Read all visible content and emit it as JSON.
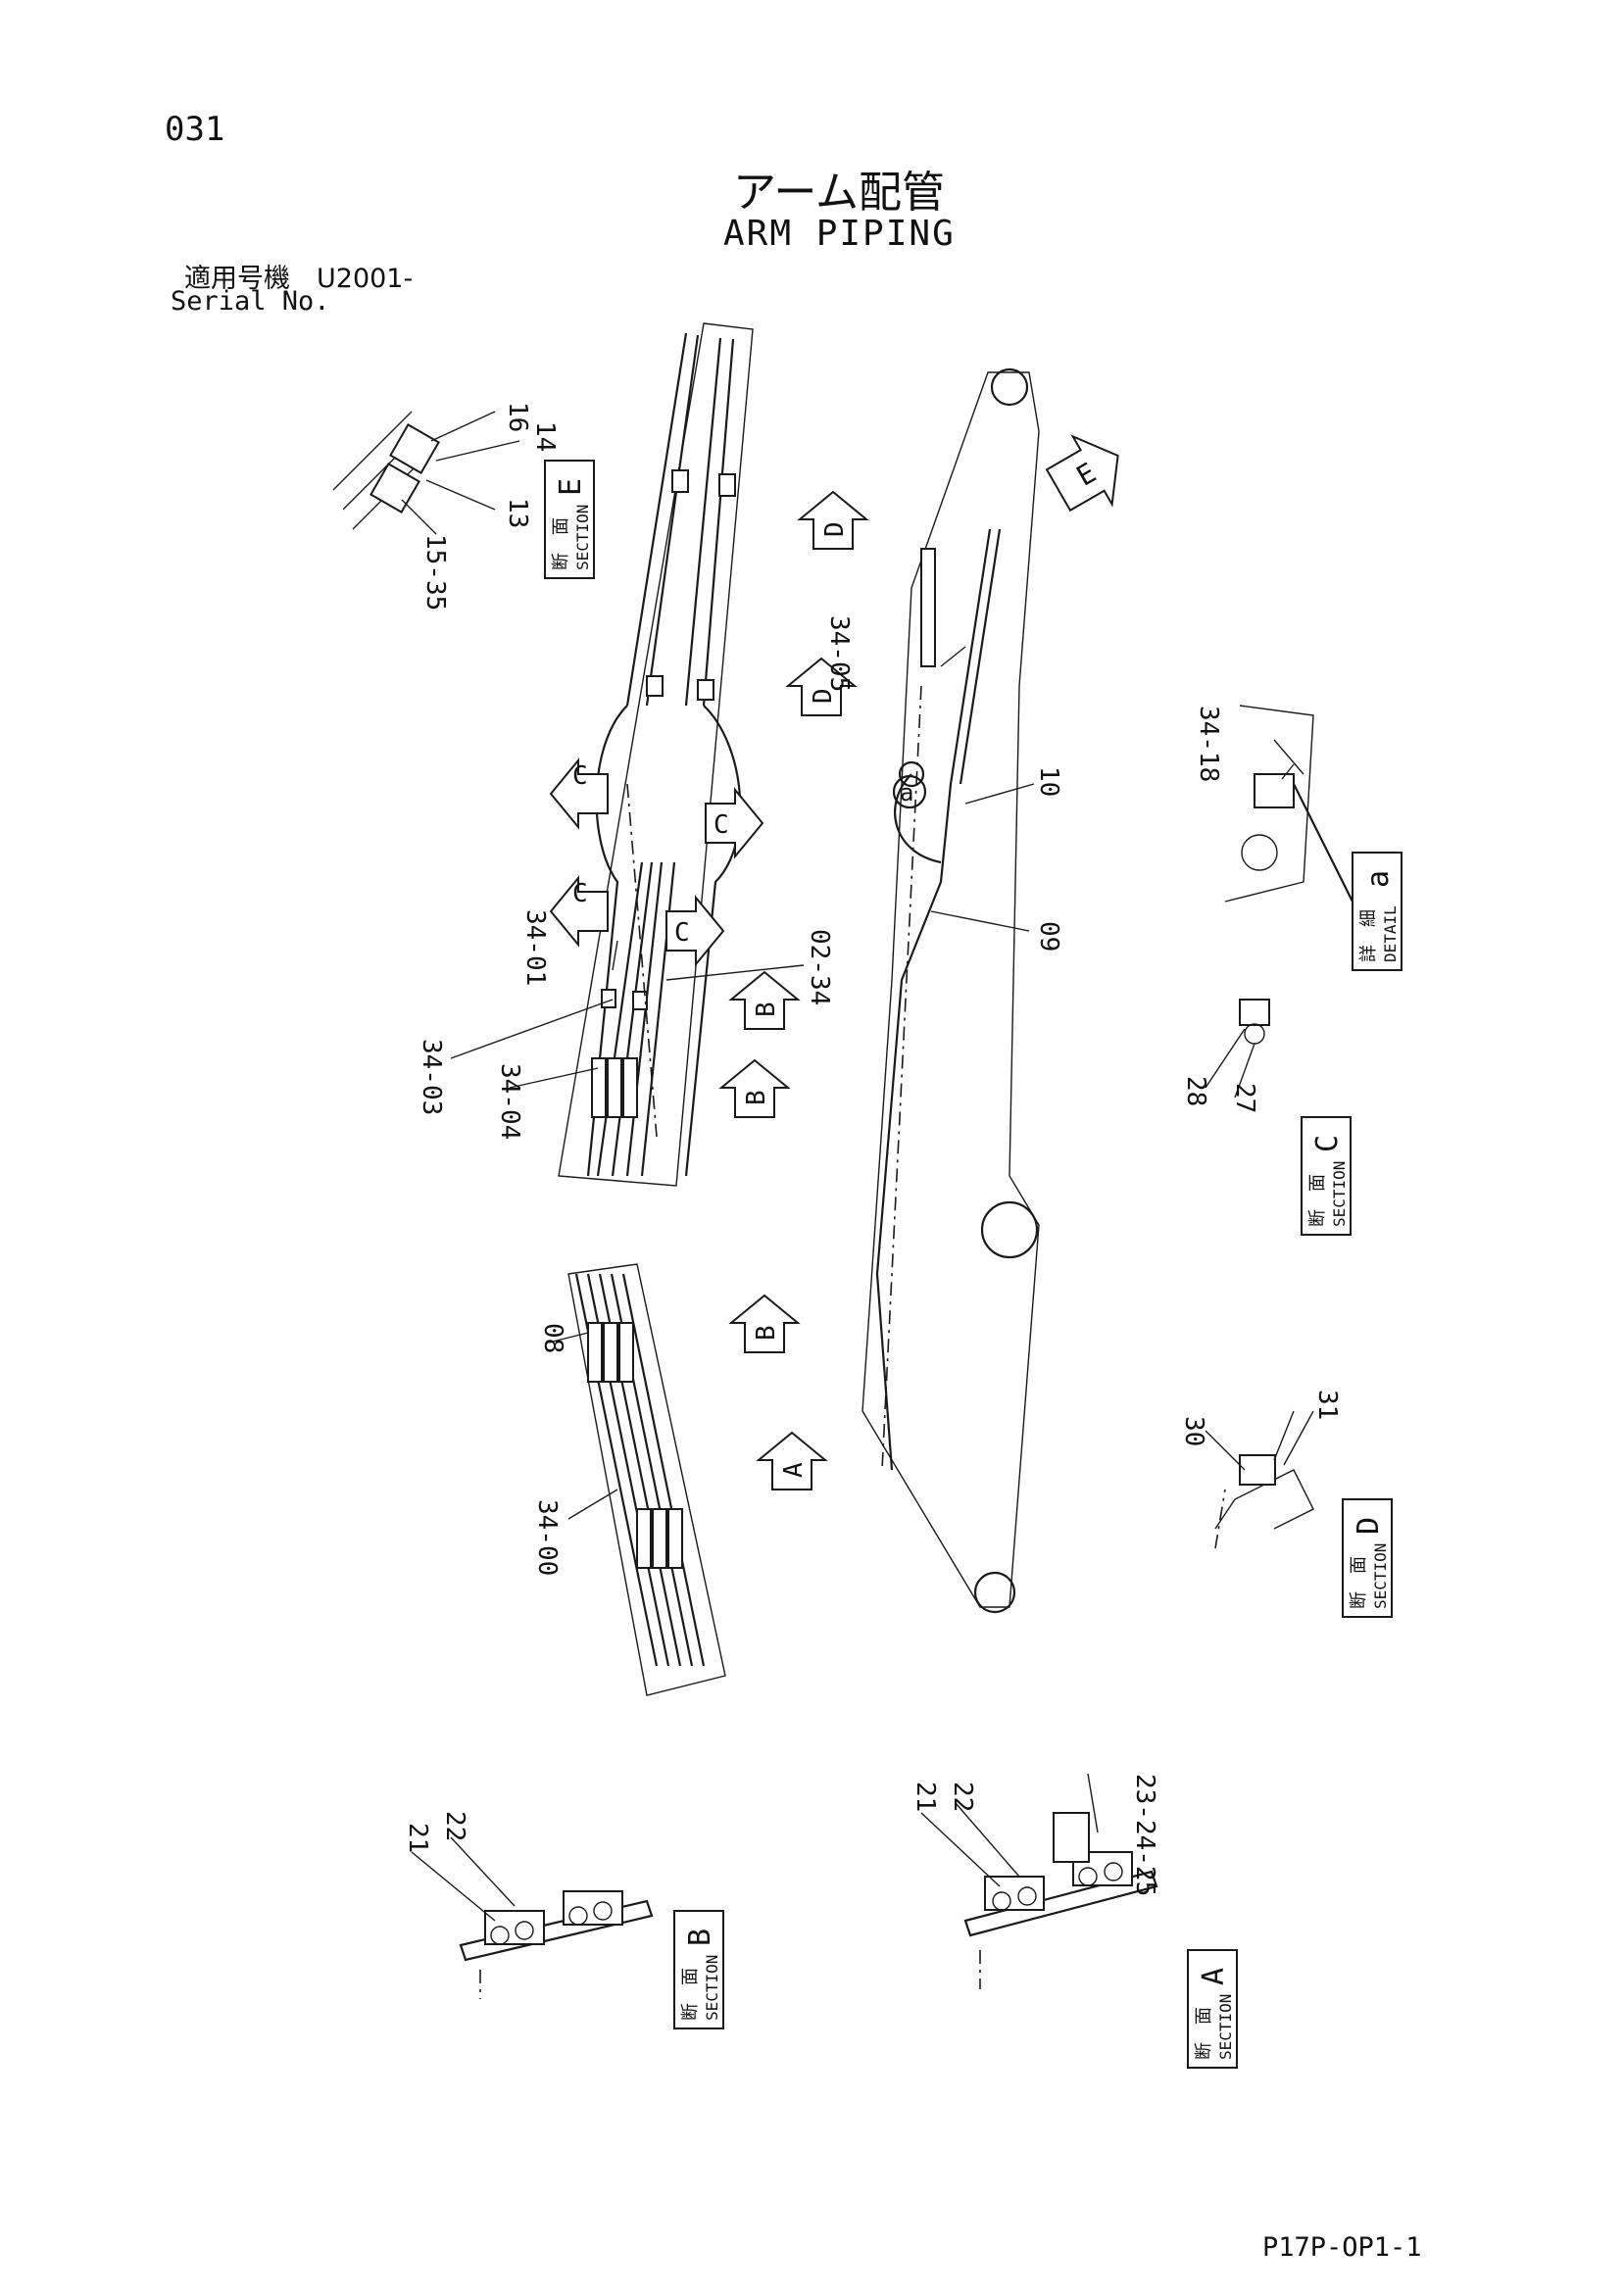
{
  "page_number": "031",
  "title_jp": "アーム配管",
  "title_en": "ARM PIPING",
  "serial_jp": "適用号機　U2001-",
  "serial_en": "Serial No.",
  "footer_code": "P17P-OP1-1",
  "view_arrows": [
    "E",
    "D",
    "D",
    "C",
    "C",
    "C",
    "C",
    "B",
    "B",
    "B",
    "A"
  ],
  "detail_marker": "a",
  "part_labels": [
    "16",
    "14",
    "13",
    "15-35",
    "34-05",
    "34-18",
    "10",
    "34-01",
    "02-34",
    "09",
    "34-03",
    "34-04",
    "28",
    "27",
    "08",
    "30",
    "31",
    "34-00",
    "21",
    "22",
    "21",
    "22",
    "23-24-25"
  ],
  "section_boxes": [
    {
      "id": "E",
      "jp": "断　面",
      "en": "SECTION",
      "letter": "E"
    },
    {
      "id": "a",
      "jp": "詳　細",
      "en": "DETAIL",
      "letter": "a"
    },
    {
      "id": "C",
      "jp": "断　面",
      "en": "SECTION",
      "letter": "C"
    },
    {
      "id": "D",
      "jp": "断　面",
      "en": "SECTION",
      "letter": "D"
    },
    {
      "id": "B",
      "jp": "断　面",
      "en": "SECTION",
      "letter": "B"
    },
    {
      "id": "A",
      "jp": "断　面",
      "en": "SECTION",
      "letter": "A"
    }
  ]
}
